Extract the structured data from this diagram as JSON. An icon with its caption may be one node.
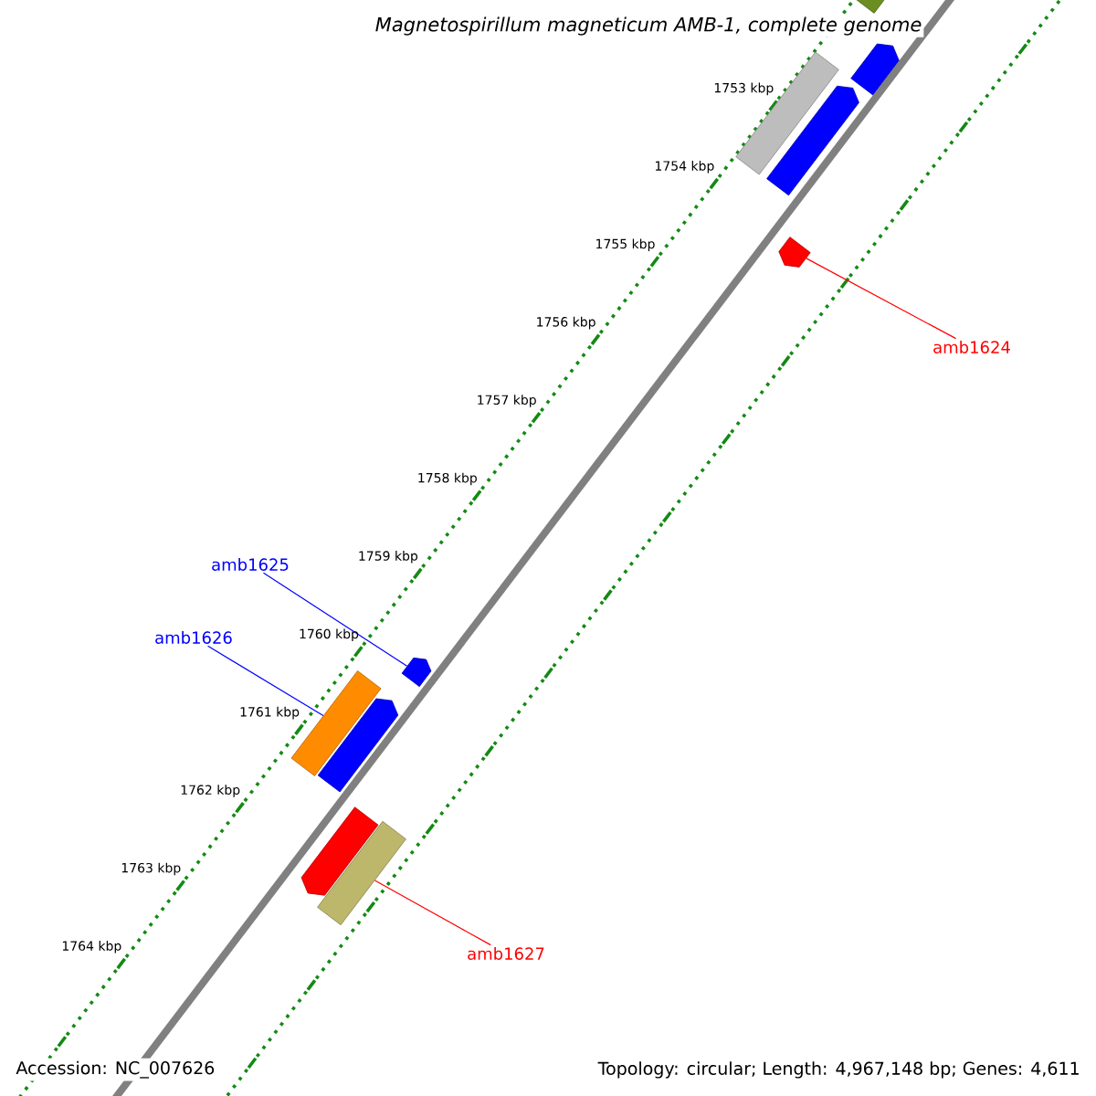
{
  "diagram": {
    "title": "Magnetospirillum magneticum AMB-1, complete genome",
    "nodes": [
      {
        "text": [],
        "shape": "box"
      },
      {
        "text": [],
        "shape": "pentagon"
      },
      {
        "text": [],
        "shape": "box"
      },
      {
        "text": [],
        "shape": "pentagon"
      },
      {
        "text": [],
        "shape": "pentagon"
      },
      {
        "text": [
          "amb1624"
        ]
      },
      {
        "text": [
          "amb1625"
        ]
      },
      {
        "text": [],
        "shape": "pentagon"
      },
      {
        "text": [
          "amb1626"
        ]
      },
      {
        "text": [],
        "shape": "box"
      },
      {
        "text": [],
        "shape": "pentagon"
      },
      {
        "text": [],
        "shape": "pentagon"
      },
      {
        "text": [],
        "shape": "box"
      },
      {
        "text": [
          "amb1627"
        ]
      }
    ],
    "edges": [
      {
        "from": 5,
        "to": 4,
        "arrow": "none",
        "color": "#ff0000"
      },
      {
        "from": 6,
        "to": 7,
        "arrow": "none",
        "color": "#0000ff"
      },
      {
        "from": 8,
        "to": 9,
        "arrow": "none",
        "color": "#0000ff"
      },
      {
        "from": 13,
        "to": 12,
        "arrow": "none",
        "color": "#ff0000"
      }
    ],
    "labels": [
      "1753 kbp",
      "1754 kbp",
      "1755 kbp",
      "1756 kbp",
      "1757 kbp",
      "1758 kbp",
      "1759 kbp",
      "1760 kbp",
      "1761 kbp",
      "1762 kbp",
      "1763 kbp",
      "1764 kbp",
      "Accession: NC_007626",
      "Topology: circular; Length: 4,967,148 bp; Genes: 4,611"
    ]
  }
}
